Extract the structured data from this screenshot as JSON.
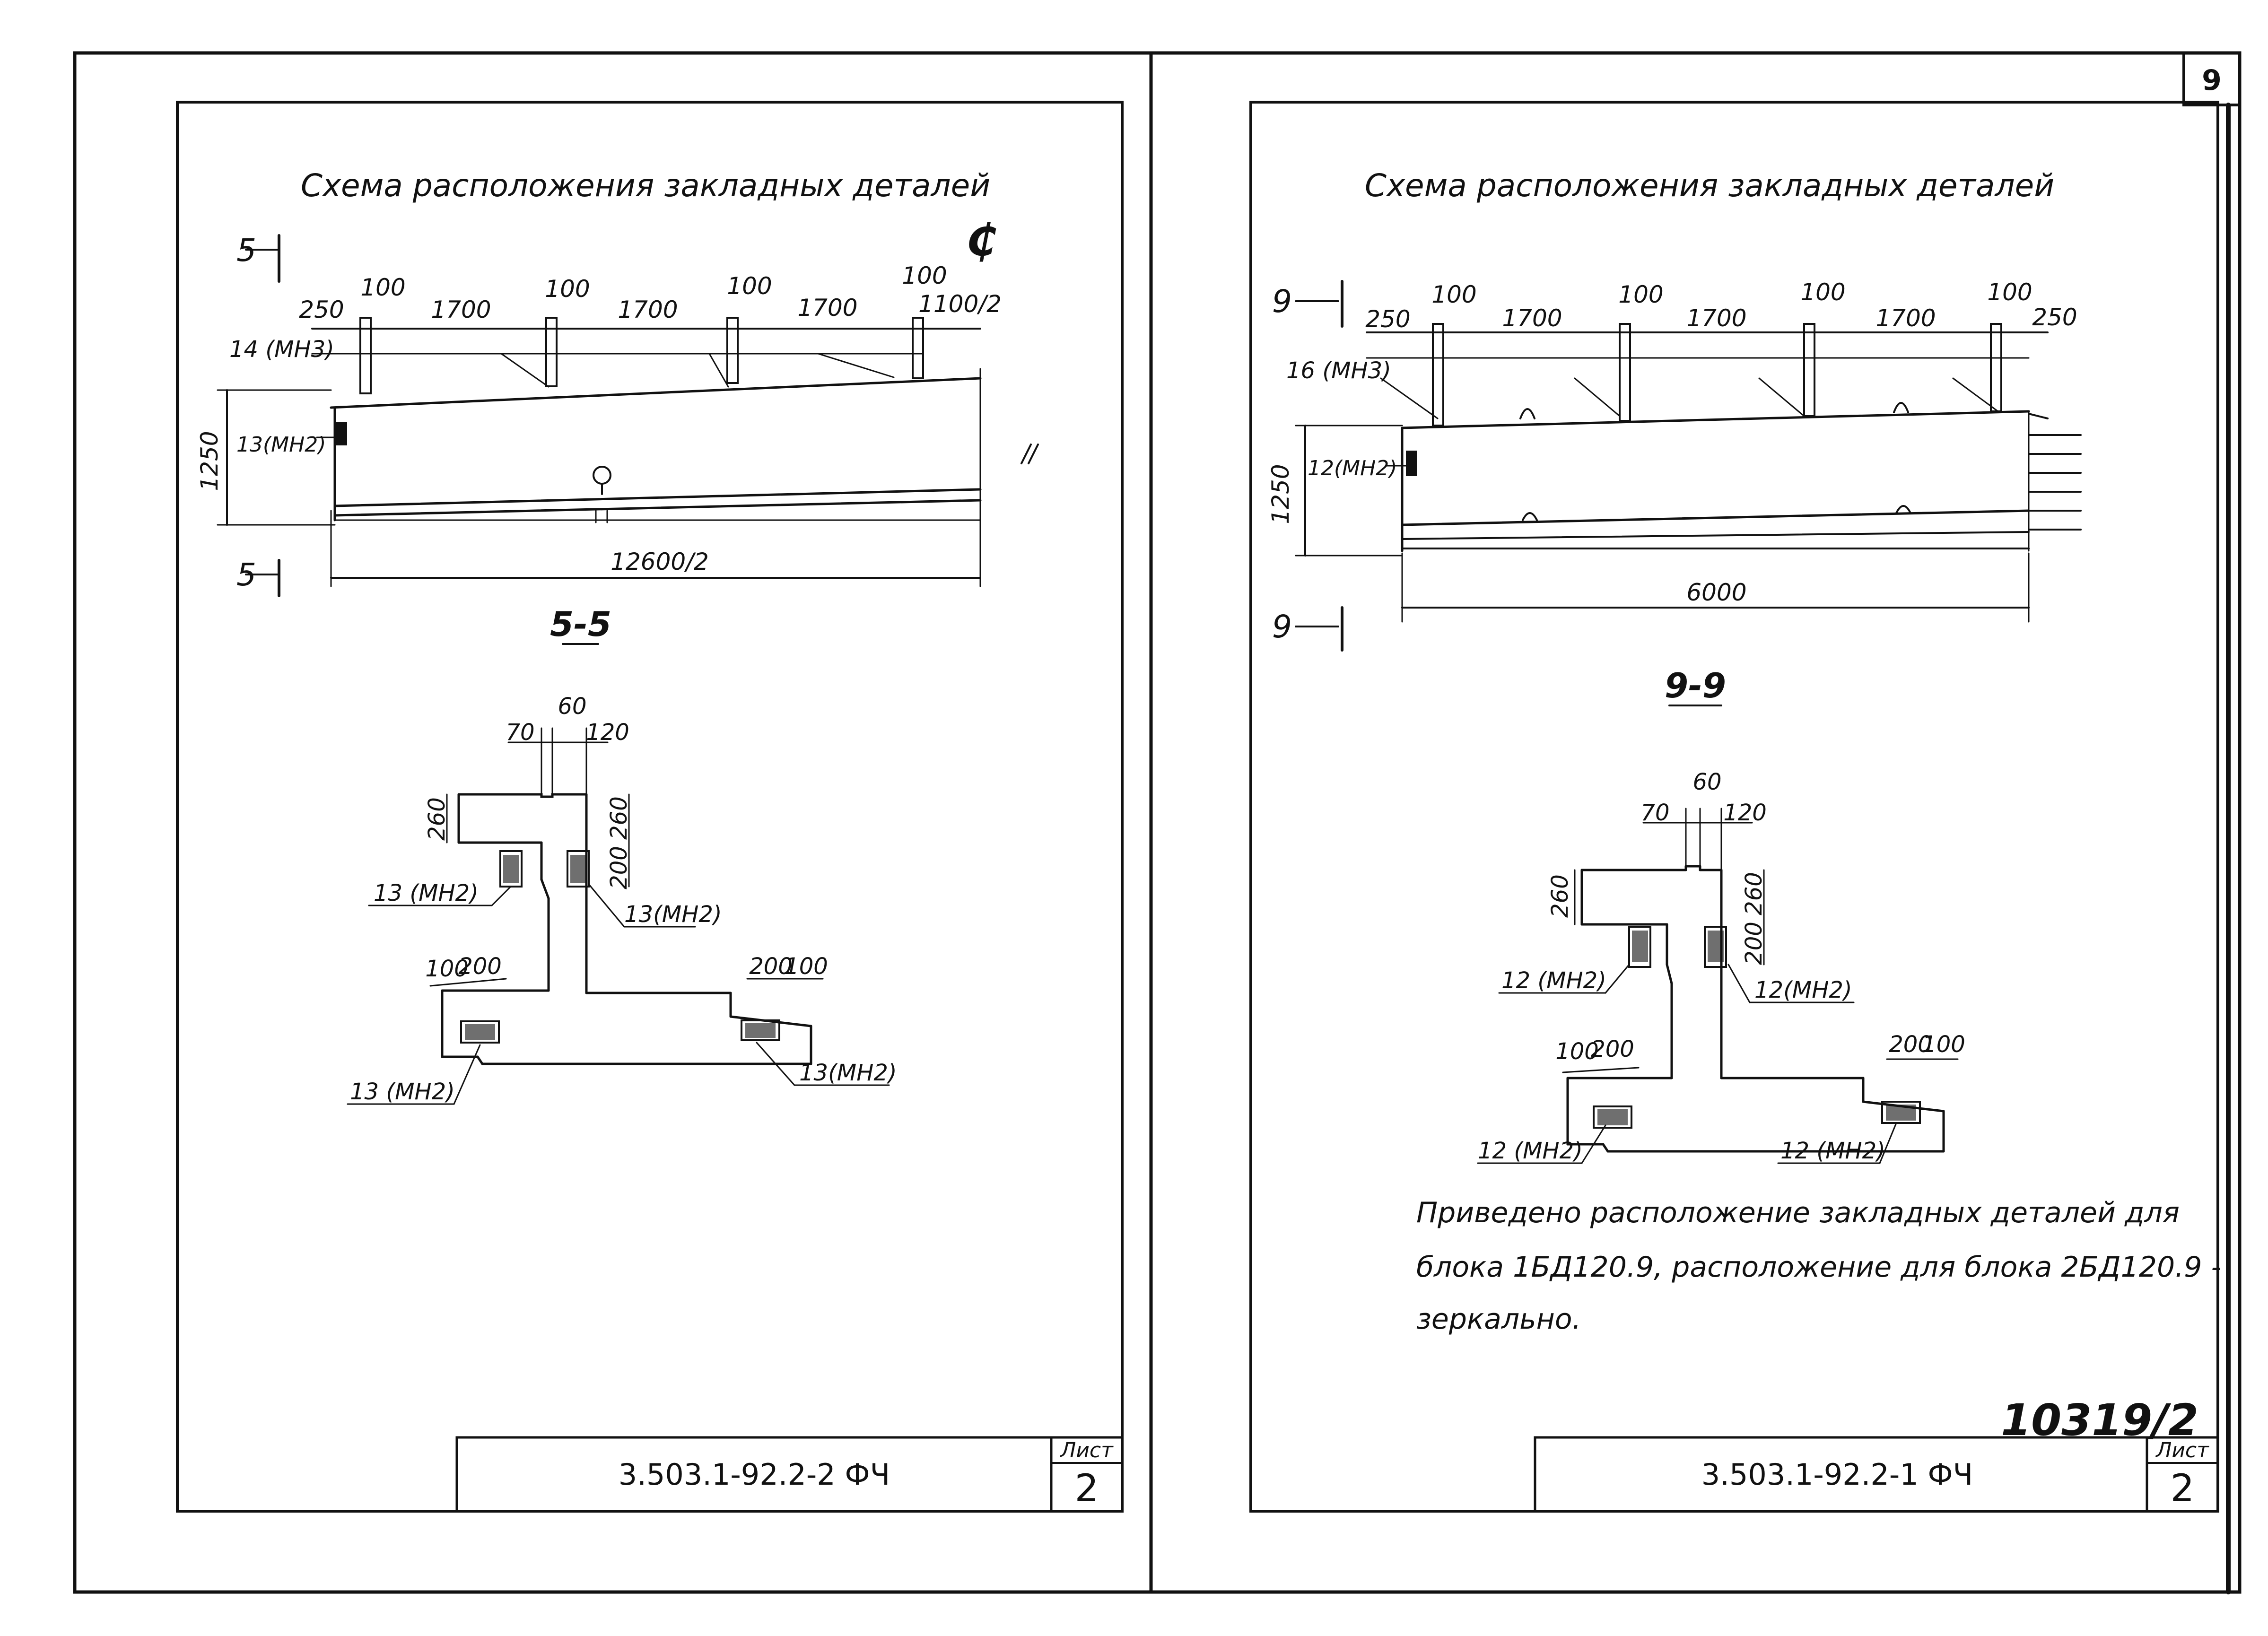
{
  "sheet_number": "9",
  "stamp": "10319/2",
  "left": {
    "title": "Схема расположения закладных деталей",
    "section_marks": [
      "5",
      "5"
    ],
    "axis_symbol": "₵",
    "dims_top": [
      "250",
      "100",
      "1700",
      "100",
      "1700",
      "100",
      "1700",
      "100",
      "1100/2"
    ],
    "height_dim": "1250",
    "length_dim": "12600/2",
    "mark_top": "14 (МН3)",
    "mark_side": "13(МН2)",
    "section_title": "5-5",
    "section_dims": [
      "70",
      "60",
      "120",
      "260",
      "200",
      "260",
      "100",
      "200",
      "200",
      "100"
    ],
    "section_marks_labels": [
      "13 (МН2)",
      "13(МН2)",
      "13 (МН2)",
      "13(МН2)"
    ],
    "code": "3.503.1-92.2-2 ФЧ",
    "list_label": "Лист",
    "list_number": "2"
  },
  "right": {
    "title": "Схема расположения закладных деталей",
    "section_marks": [
      "9",
      "9"
    ],
    "dims_top": [
      "250",
      "100",
      "1700",
      "100",
      "1700",
      "100",
      "1700",
      "100",
      "250"
    ],
    "height_dim": "1250",
    "length_dim": "6000",
    "mark_top": "16 (МН3)",
    "mark_side": "12(МН2)",
    "section_title": "9-9",
    "section_dims": [
      "70",
      "60",
      "120",
      "260",
      "200",
      "260",
      "100",
      "200",
      "200",
      "100"
    ],
    "section_marks_labels": [
      "12 (МН2)",
      "12(МН2)",
      "12 (МН2)",
      "12 (МН2)"
    ],
    "note_line1": "Приведено расположение закладных деталей для",
    "note_line2": "блока 1БД120.9, расположение для блока 2БД120.9 -",
    "note_line3": "зеркально.",
    "code": "3.503.1-92.2-1 ФЧ",
    "list_label": "Лист",
    "list_number": "2"
  }
}
